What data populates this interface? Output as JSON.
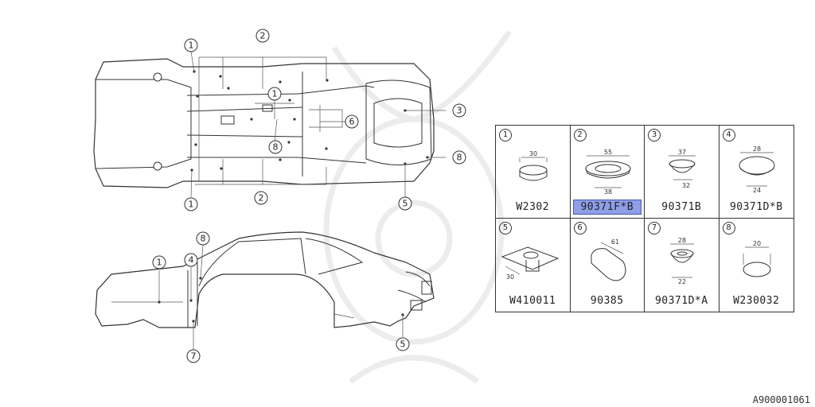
{
  "diagram_code": "A900001061",
  "callouts_top": [
    "1",
    "2",
    "1",
    "3",
    "6",
    "8",
    "8",
    "1",
    "2",
    "5"
  ],
  "callouts_side": [
    "1",
    "4",
    "8",
    "7",
    "5"
  ],
  "parts": [
    {
      "no": "1",
      "part": "W2302",
      "dims": [
        "30"
      ],
      "selected": false
    },
    {
      "no": "2",
      "part": "90371F*B",
      "dims": [
        "55",
        "38"
      ],
      "selected": true
    },
    {
      "no": "3",
      "part": "90371B",
      "dims": [
        "37",
        "32"
      ],
      "selected": false
    },
    {
      "no": "4",
      "part": "90371D*B",
      "dims": [
        "28",
        "24"
      ],
      "selected": false
    },
    {
      "no": "5",
      "part": "W410011",
      "dims": [
        "30"
      ],
      "selected": false
    },
    {
      "no": "6",
      "part": "90385",
      "dims": [
        "61"
      ],
      "selected": false
    },
    {
      "no": "7",
      "part": "90371D*A",
      "dims": [
        "28",
        "22"
      ],
      "selected": false
    },
    {
      "no": "8",
      "part": "W230032",
      "dims": [
        "20"
      ],
      "selected": false
    }
  ]
}
